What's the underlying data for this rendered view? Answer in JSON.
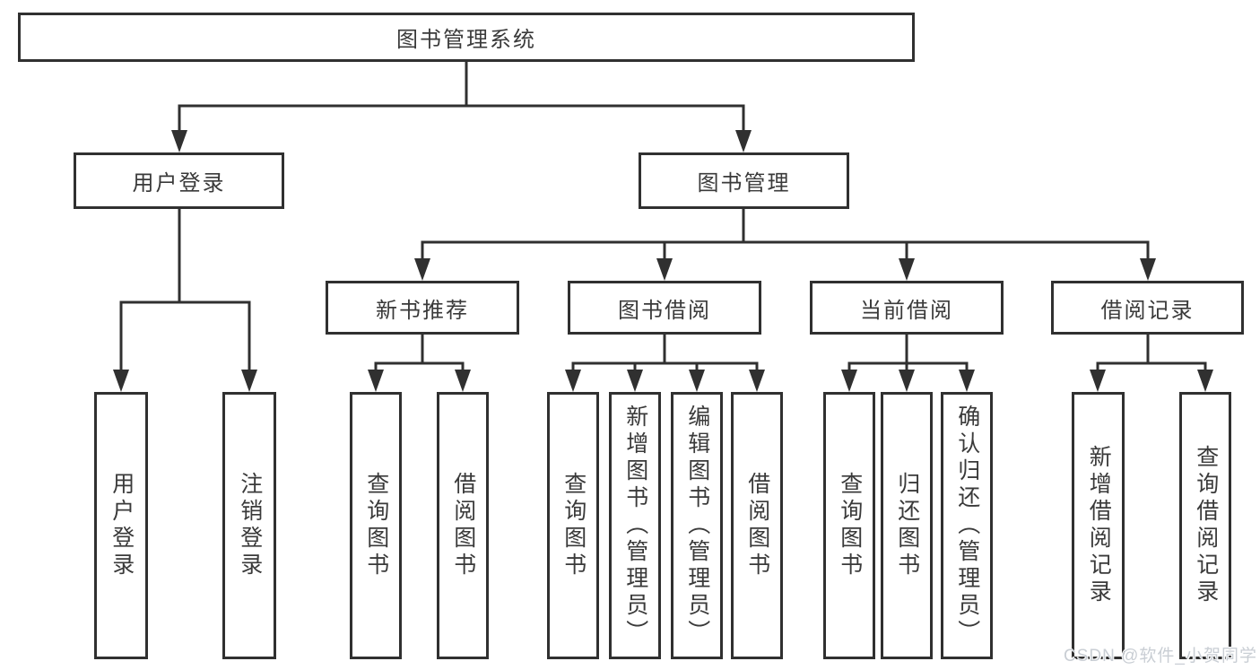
{
  "colors": {
    "line": "#303030",
    "box_border": "#303030",
    "text": "#3a3a3a",
    "background": "#ffffff",
    "watermark": "#c9ced4"
  },
  "tree": {
    "root": "图书管理系统",
    "branches": [
      {
        "label": "用户登录",
        "leaves": [
          "用户登录",
          "注销登录"
        ]
      },
      {
        "label": "图书管理",
        "groups": [
          {
            "label": "新书推荐",
            "leaves": [
              "查询图书",
              "借阅图书"
            ]
          },
          {
            "label": "图书借阅",
            "leaves": [
              "查询图书",
              "新增图书（管理员）",
              "编辑图书（管理员）",
              "借阅图书"
            ]
          },
          {
            "label": "当前借阅",
            "leaves": [
              "查询图书",
              "归还图书",
              "确认归还（管理员）"
            ]
          },
          {
            "label": "借阅记录",
            "leaves": [
              "新增借阅记录",
              "查询借阅记录"
            ]
          }
        ]
      }
    ]
  },
  "watermark": {
    "text": "CSDN @软件_小贺同学"
  }
}
